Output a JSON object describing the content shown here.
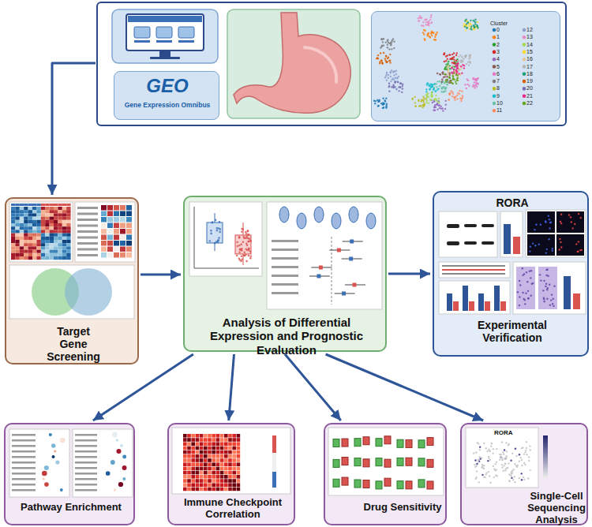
{
  "diagram": {
    "nodes": [
      {
        "text": []
      },
      {
        "text": [
          "GEO",
          "Gene Expression Omnibus"
        ],
        "in": 0
      },
      {
        "text": [
          "Cluster"
        ],
        "in": 0
      },
      {
        "text": [
          "Target Gene Screening"
        ]
      },
      {
        "text": [
          "Analysis of Differential Expression and Prognostic Evaluation"
        ]
      },
      {
        "text": [
          "RORA",
          "Experimental Verification"
        ]
      },
      {
        "text": [
          "Pathway Enrichment"
        ]
      },
      {
        "text": [
          "Immune Checkpoint Correlation"
        ]
      },
      {
        "text": [
          "Drug Sensitivity"
        ]
      },
      {
        "text": [
          "Single-Cell Sequencing Analysis"
        ]
      }
    ],
    "edges": [
      {
        "from": 0,
        "to": 3,
        "arrow": "to"
      },
      {
        "from": 3,
        "to": 4,
        "arrow": "to"
      },
      {
        "from": 4,
        "to": 5,
        "arrow": "to"
      },
      {
        "from": 4,
        "to": 6,
        "arrow": "to"
      },
      {
        "from": 4,
        "to": 7,
        "arrow": "to"
      },
      {
        "from": 4,
        "to": 8,
        "arrow": "to"
      },
      {
        "from": 4,
        "to": 9,
        "arrow": "to"
      }
    ],
    "labels": [
      "0",
      "1",
      "2",
      "3",
      "4",
      "5",
      "6",
      "7",
      "8",
      "9",
      "10",
      "11",
      "12",
      "13",
      "14",
      "15",
      "16",
      "17",
      "18",
      "19",
      "20",
      "21",
      "22",
      "RORA"
    ]
  }
}
